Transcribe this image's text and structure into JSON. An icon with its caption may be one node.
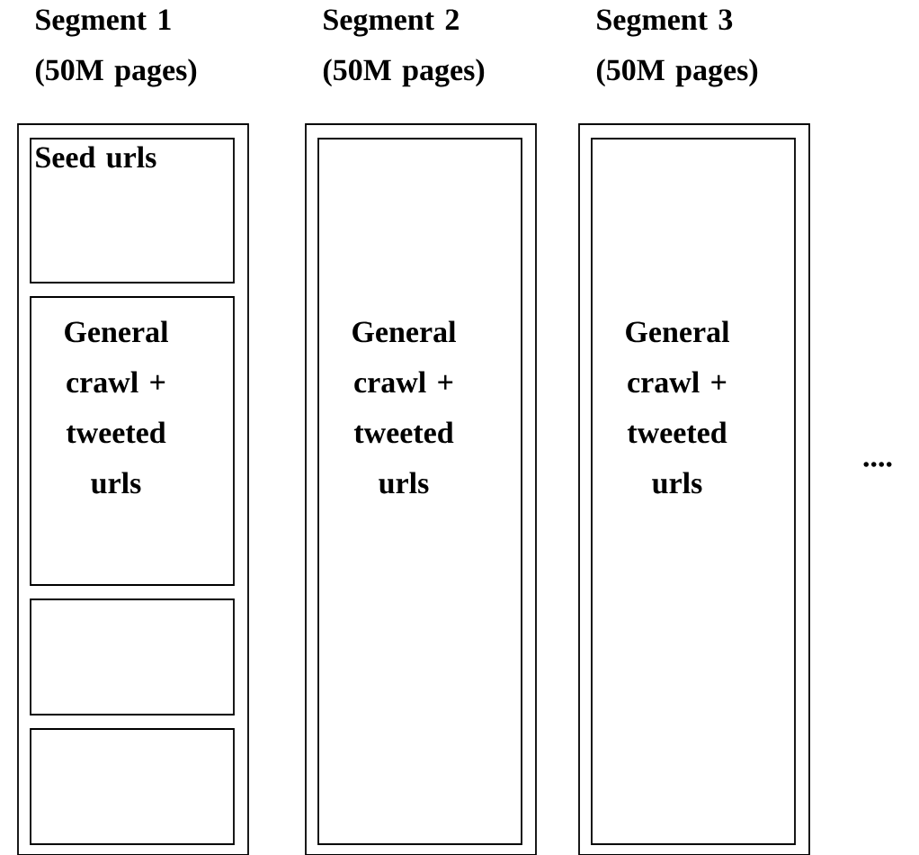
{
  "diagram": {
    "nodes": [
      {
        "text": [
          "Segment 1 (50M pages)"
        ]
      },
      {
        "text": [
          "Seed urls"
        ],
        "in": 0
      },
      {
        "text": [
          "General crawl + tweeted urls"
        ],
        "in": 0
      },
      {
        "text": [],
        "shape": "box",
        "in": 0
      },
      {
        "text": [],
        "shape": "box",
        "in": 0
      },
      {
        "text": [
          "Segment 2 (50M pages)"
        ]
      },
      {
        "text": [
          "General crawl + tweeted urls"
        ],
        "in": 5
      },
      {
        "text": [
          "Segment 3 (50M pages)"
        ]
      },
      {
        "text": [
          "General crawl + tweeted urls"
        ],
        "in": 7
      }
    ],
    "labels": [
      "...."
    ]
  }
}
